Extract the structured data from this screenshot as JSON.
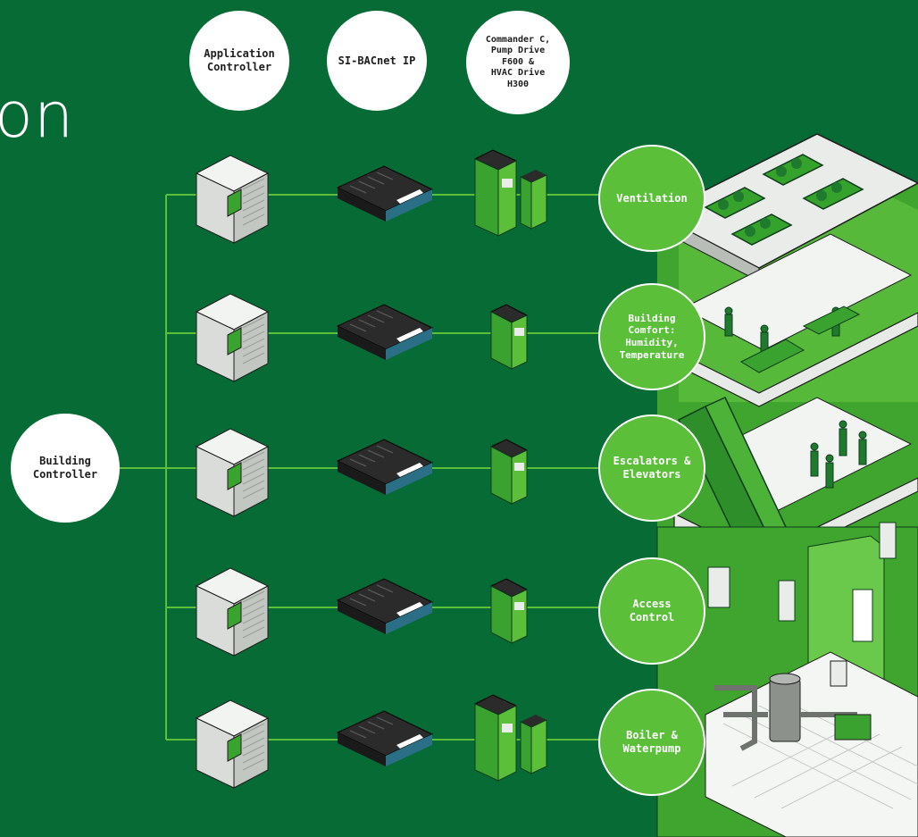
{
  "title_fragment": "on",
  "column_headers": [
    "Application\nController",
    "SI-BACnet IP",
    "Commander C,\nPump Drive\nF600 &\nHVAC Drive\nH300"
  ],
  "root_node": "Building\nController",
  "systems": [
    "Ventilation",
    "Building\nComfort:\nHumidity,\nTemperature",
    "Escalators &\nElevators",
    "Access\nControl",
    "Boiler &\nWaterpump"
  ],
  "colors": {
    "background": "#066b34",
    "connector": "#5bbf3a",
    "circle_white": "#ffffff",
    "circle_green": "#5bbf3a"
  }
}
